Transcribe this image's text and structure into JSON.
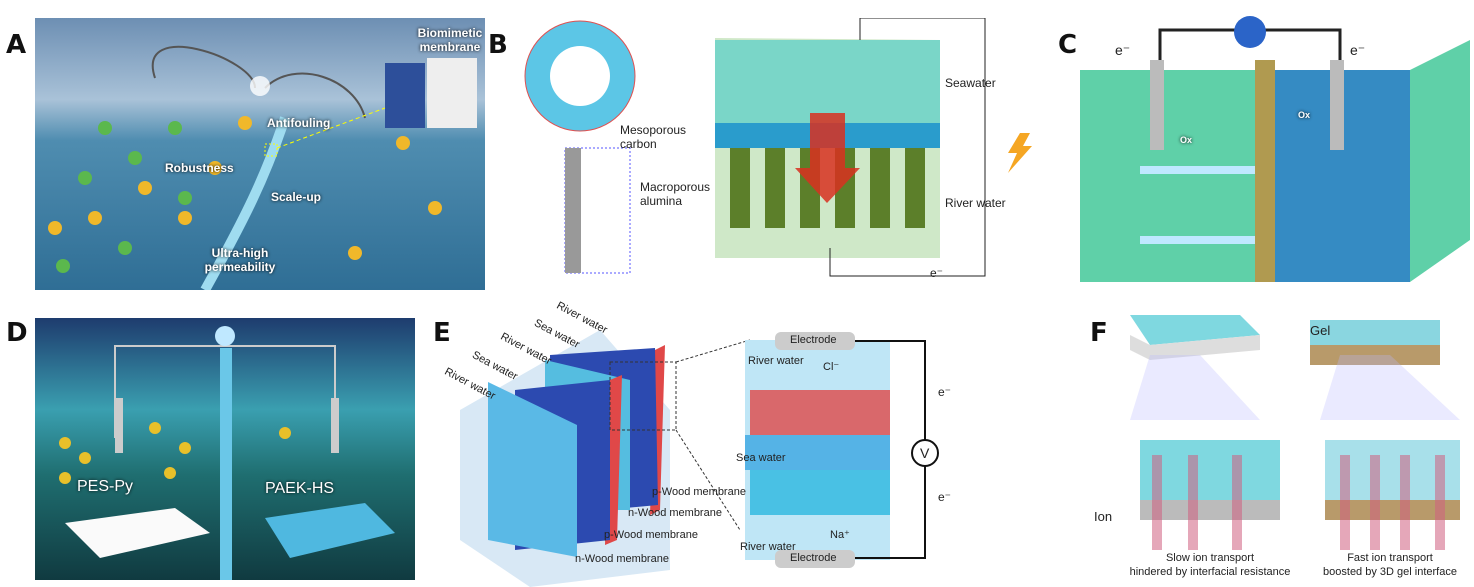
{
  "panels": {
    "a": {
      "label": "A",
      "biomimetic": "Biomimetic membrane",
      "antifouling": "Antifouling",
      "robustness": "Robustness",
      "scaleup": "Scale-up",
      "permeability": "Ultra-high permeability"
    },
    "b": {
      "label": "B",
      "mesoporous": "Mesoporous carbon",
      "macroporous": "Macroporous alumina",
      "seawater": "Seawater",
      "riverwater": "River water",
      "electron": "e⁻"
    },
    "c": {
      "label": "C",
      "e_left": "e⁻",
      "e_right": "e⁻",
      "ox": "Ox"
    },
    "d": {
      "label": "D",
      "left_membrane": "PES-Py",
      "right_membrane": "PAEK-HS"
    },
    "e": {
      "label": "E",
      "stack_labels": [
        "River water",
        "Sea water",
        "River water",
        "Sea water",
        "River water"
      ],
      "membranes": [
        "p-Wood membrane",
        "n-Wood membrane",
        "p-Wood membrane",
        "n-Wood membrane"
      ],
      "electrode_top": "Electrode",
      "electrode_bottom": "Electrode",
      "river_top": "River water",
      "sea_mid": "Sea water",
      "river_bottom": "River water",
      "anion": "Cl⁻",
      "cation": "Na⁺",
      "e_top": "e⁻",
      "e_bottom": "e⁻",
      "voltmeter": "V"
    },
    "f": {
      "label": "F",
      "gel": "Gel",
      "ion": "Ion",
      "slow_1": "Slow ion transport",
      "slow_2": "hindered by interfacial resistance",
      "fast_1": "Fast ion transport",
      "fast_2": "boosted by 3D gel interface"
    }
  },
  "colors": {
    "cyan": "#7fd8e0",
    "sea_blue": "#2f6fb8",
    "red": "#e04848",
    "green": "#6fcf8f"
  }
}
